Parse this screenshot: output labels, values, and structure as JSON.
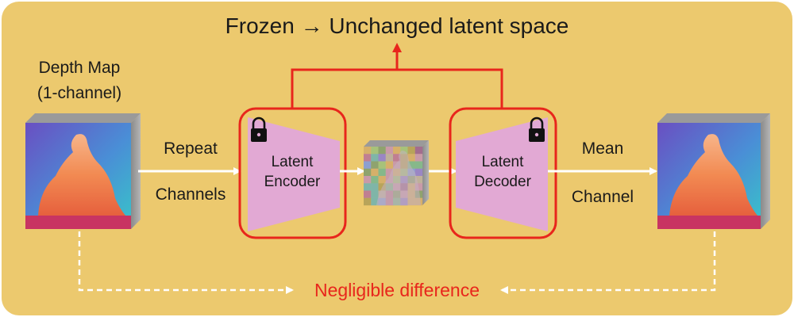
{
  "title": "Frozen → Unchanged latent space",
  "input": {
    "label_line1": "Depth Map",
    "label_line2": "(1-channel)"
  },
  "left_arrow": {
    "top": "Repeat",
    "bottom": "Channels"
  },
  "encoder": {
    "line1": "Latent",
    "line2": "Encoder",
    "icon": "lock-icon"
  },
  "decoder": {
    "line1": "Latent",
    "line2": "Decoder",
    "icon": "lock-icon"
  },
  "right_arrow": {
    "top": "Mean",
    "bottom": "Channel"
  },
  "bottom_note": "Negligible difference",
  "colors": {
    "background": "#ecc96e",
    "frame_red": "#e8261c",
    "coder_fill": "#e2a9d4",
    "arrow_white": "#ffffff",
    "text": "#1a1a1a"
  }
}
